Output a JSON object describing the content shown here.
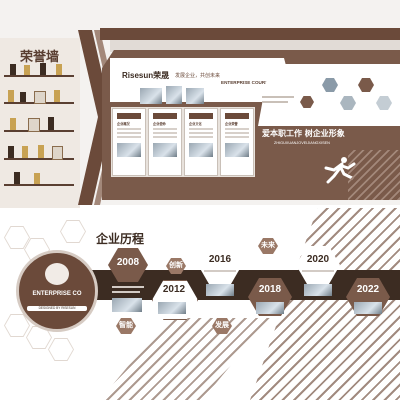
{
  "top_wall": {
    "honor_title": "荣誉墙",
    "logo_text": "Risesun荣晟",
    "slogan": "发展企业，共创未来",
    "course_title": "ENTERPRISE COURSE",
    "motto_cn": "爱本职工作 树企业形象",
    "motto_en": "ZHIGUXUANJOVEIJIANGXISEN",
    "panels": [
      {
        "title": "企业概况"
      },
      {
        "title": "企业使命"
      },
      {
        "title": "企业文化"
      },
      {
        "title": "企业荣誉"
      }
    ],
    "colors": {
      "brown": "#6b4a3a",
      "light_brown": "#a3887a",
      "grey": "#e6e3e1"
    }
  },
  "timeline": {
    "title": "企业历程",
    "center_name": "ENTERPRISE CO",
    "center_badge": "DESIGNED BY RISESUN",
    "years": [
      "2008",
      "2012",
      "2016",
      "2018",
      "2020",
      "2022"
    ],
    "tags": [
      "创新",
      "未来",
      "智能",
      "发展"
    ]
  }
}
